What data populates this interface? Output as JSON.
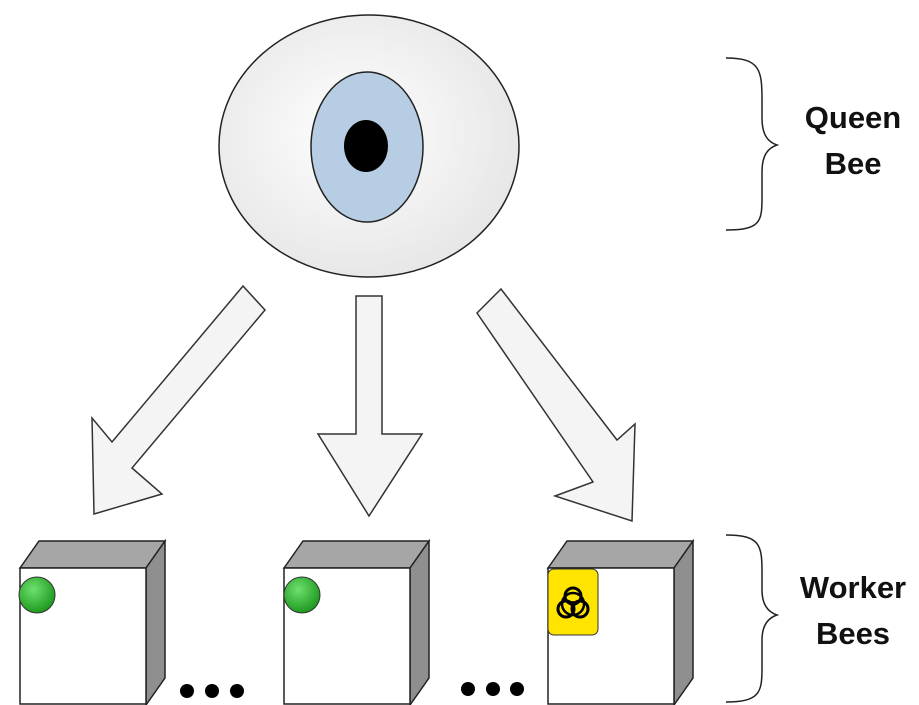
{
  "labels": {
    "queen_line1": "Queen",
    "queen_line2": "Bee",
    "worker_line1": "Worker",
    "worker_line2": "Bees"
  },
  "ellipsis": "...",
  "workers": [
    {
      "status": "healthy",
      "indicator": "green-dot-icon"
    },
    {
      "status": "healthy",
      "indicator": "green-dot-icon"
    },
    {
      "status": "infected",
      "indicator": "biohazard-icon"
    }
  ],
  "colors": {
    "eye_white": "#f2f2f2",
    "iris": "#b7cde3",
    "pupil": "#000000",
    "arrow_fill": "#f4f4f4",
    "box_front": "#ffffff",
    "box_top": "#a6a6a6",
    "box_side": "#8f8f8f",
    "healthy_dot": "#2fb52f",
    "biohazard_bg": "#ffe400"
  }
}
